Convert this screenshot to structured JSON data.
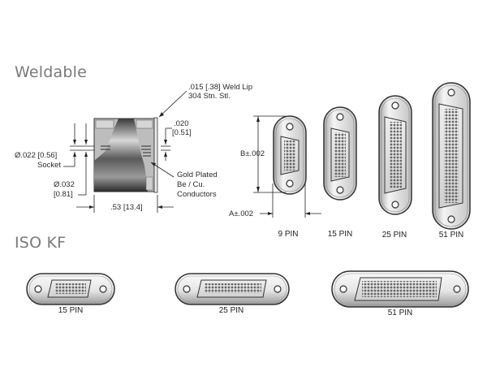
{
  "sections": {
    "weldable": {
      "title": "Weldable",
      "cross_section": {
        "weld_lip_label_line1": ".015 [.38] Weld Lip",
        "weld_lip_label_line2": "304 Stn. Stl.",
        "gap_label_line1": ".020",
        "gap_label_line2": "[0.51]",
        "socket_dia_label": "Ø.022 [0.56]",
        "socket_label": "Socket",
        "pin_dia_label_line1": "Ø.032",
        "pin_dia_label_line2": "[0.81]",
        "conductor_label_line1": "Gold Plated",
        "conductor_label_line2": "Be / Cu.",
        "conductor_label_line3": "Conductors",
        "length_label": ".53 [13.4]"
      },
      "dimension_labels": {
        "height": "B±.002",
        "width": "A±.002"
      },
      "connectors": [
        {
          "label": "9 PIN"
        },
        {
          "label": "15 PIN"
        },
        {
          "label": "25 PIN"
        },
        {
          "label": "51 PIN"
        }
      ]
    },
    "iso_kf": {
      "title": "ISO KF",
      "connectors": [
        {
          "label": "15 PIN"
        },
        {
          "label": "25 PIN"
        },
        {
          "label": "51 PIN"
        }
      ]
    }
  },
  "colors": {
    "title_gray": "#7a7a7a",
    "line": "#222222",
    "metal_light": "#f2f2f2",
    "metal_dark": "#6e6e6e"
  }
}
